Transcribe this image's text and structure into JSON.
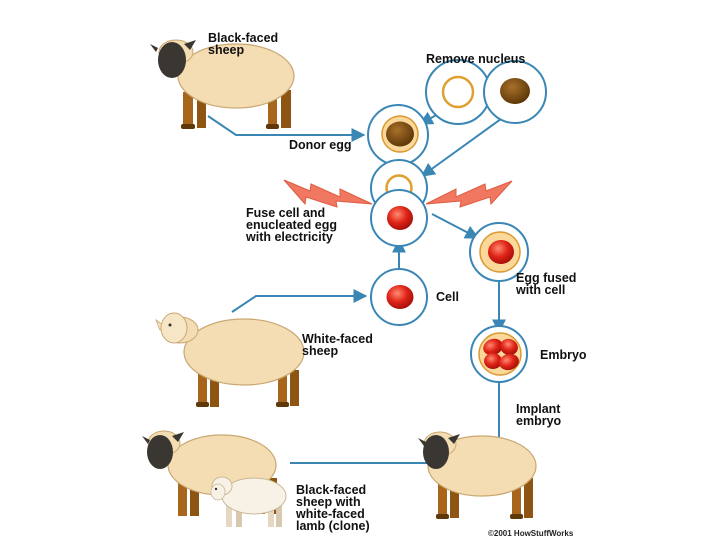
{
  "labels": {
    "black_faced_sheep": "Black-faced\nsheep",
    "remove_nucleus": "Remove nucleus",
    "donor_egg": "Donor egg",
    "fuse_cell": "Fuse cell and\nenucleated egg\nwith electricity",
    "egg_fused": "Egg fused\nwith cell",
    "cell": "Cell",
    "white_faced_sheep": "White-faced\nsheep",
    "embryo": "Embryo",
    "implant_embryo": "Implant\nembryo",
    "black_faced_with_lamb": "Black-faced\nsheep with\nwhite-faced\nlamb (clone)"
  },
  "credit": "©2001 HowStuffWorks",
  "colors": {
    "arrow": "#3a86b4",
    "cell_outline": "#3a86b4",
    "nucleus_red": "#e02418",
    "nucleus_brown": "#7a4a10",
    "egg_ring": "#e0a030",
    "sheep_body": "#f4ddb2",
    "sheep_black_face": "#3a3632",
    "sheep_white_face": "#f6e6c6",
    "sheep_legs": "#a8661c",
    "lightning": "#f07860"
  }
}
